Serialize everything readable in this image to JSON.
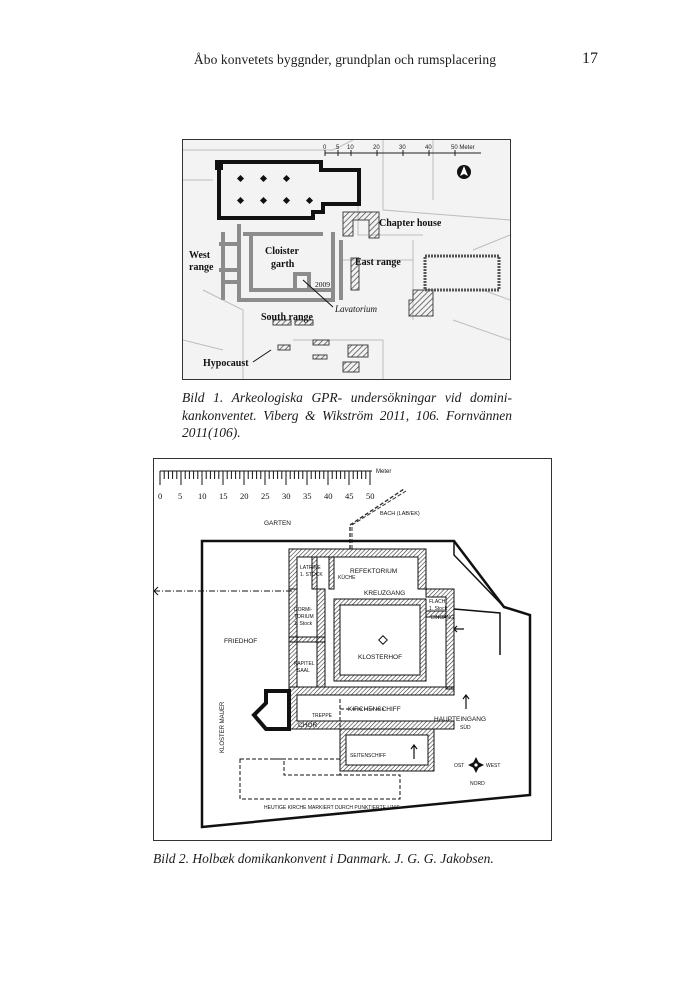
{
  "header": {
    "running_title": "Åbo konvetets byggnder, grundplan och rumsplacering",
    "page_number": "17"
  },
  "figure1": {
    "scale": {
      "ticks": [
        "0",
        "5",
        "10",
        "20",
        "30",
        "40",
        "50 Meter"
      ]
    },
    "labels": {
      "chapter_house": "Chapter house",
      "west": "West",
      "range": "range",
      "cloister": "Cloister",
      "garth": "garth",
      "east_range": "East range",
      "year": "2009",
      "lavatorium": "Lavatorium",
      "south_range": "South range",
      "hypocaust": "Hypocaust"
    }
  },
  "caption1": {
    "text": "Bild 1. Arkeologiska GPR- undersökningar vid domini-kankonventet. Viberg & Wikström 2011, 106. Fornvännen 2011(106)."
  },
  "figure2": {
    "scale": {
      "unit": "Meter",
      "numbers": [
        "0",
        "5",
        "10",
        "15",
        "20",
        "25",
        "30",
        "35",
        "40",
        "45",
        "50"
      ]
    },
    "labels": {
      "bach": "BACH (LAB/EK)",
      "garten": "GARTEN",
      "latrine": "LATRINE",
      "latrine_stock": "1. STOCK",
      "kuche": "KÜCHE",
      "refektorium": "REFEKTORIUM",
      "kreuzgang": "KREUZGANG",
      "dormi": "DORMI-",
      "torium": "TORIUM",
      "dorm_stock": "1. Stock",
      "flach": "FLACH",
      "flach_stock": "1. Stock",
      "friedhof": "FRIEDHOF",
      "klosterhof": "KLOSTERHOF",
      "kapitel": "KAPITEL",
      "saal": "SAAL",
      "eingang": "EINGANG",
      "treppe": "TREPPE",
      "kirchenschiff": "KIRCHENSCHIFF",
      "haupteingang": "HAUPTEINGANG",
      "chor": "CHOR",
      "kloster_mauer": "KLOSTER MAUER",
      "sud": "SÜD",
      "ost": "OST",
      "west": "WEST",
      "nord": "NORD",
      "seitenschiff": "SEITENSCHIFF",
      "heutige": "HEUTIGE KIRCHE MARKIERT DURCH PUNKTIERTE LINIE"
    }
  },
  "caption2": {
    "text": "Bild 2. Holbæk domikankonvent i Danmark. J. G. G. Jakobsen."
  }
}
